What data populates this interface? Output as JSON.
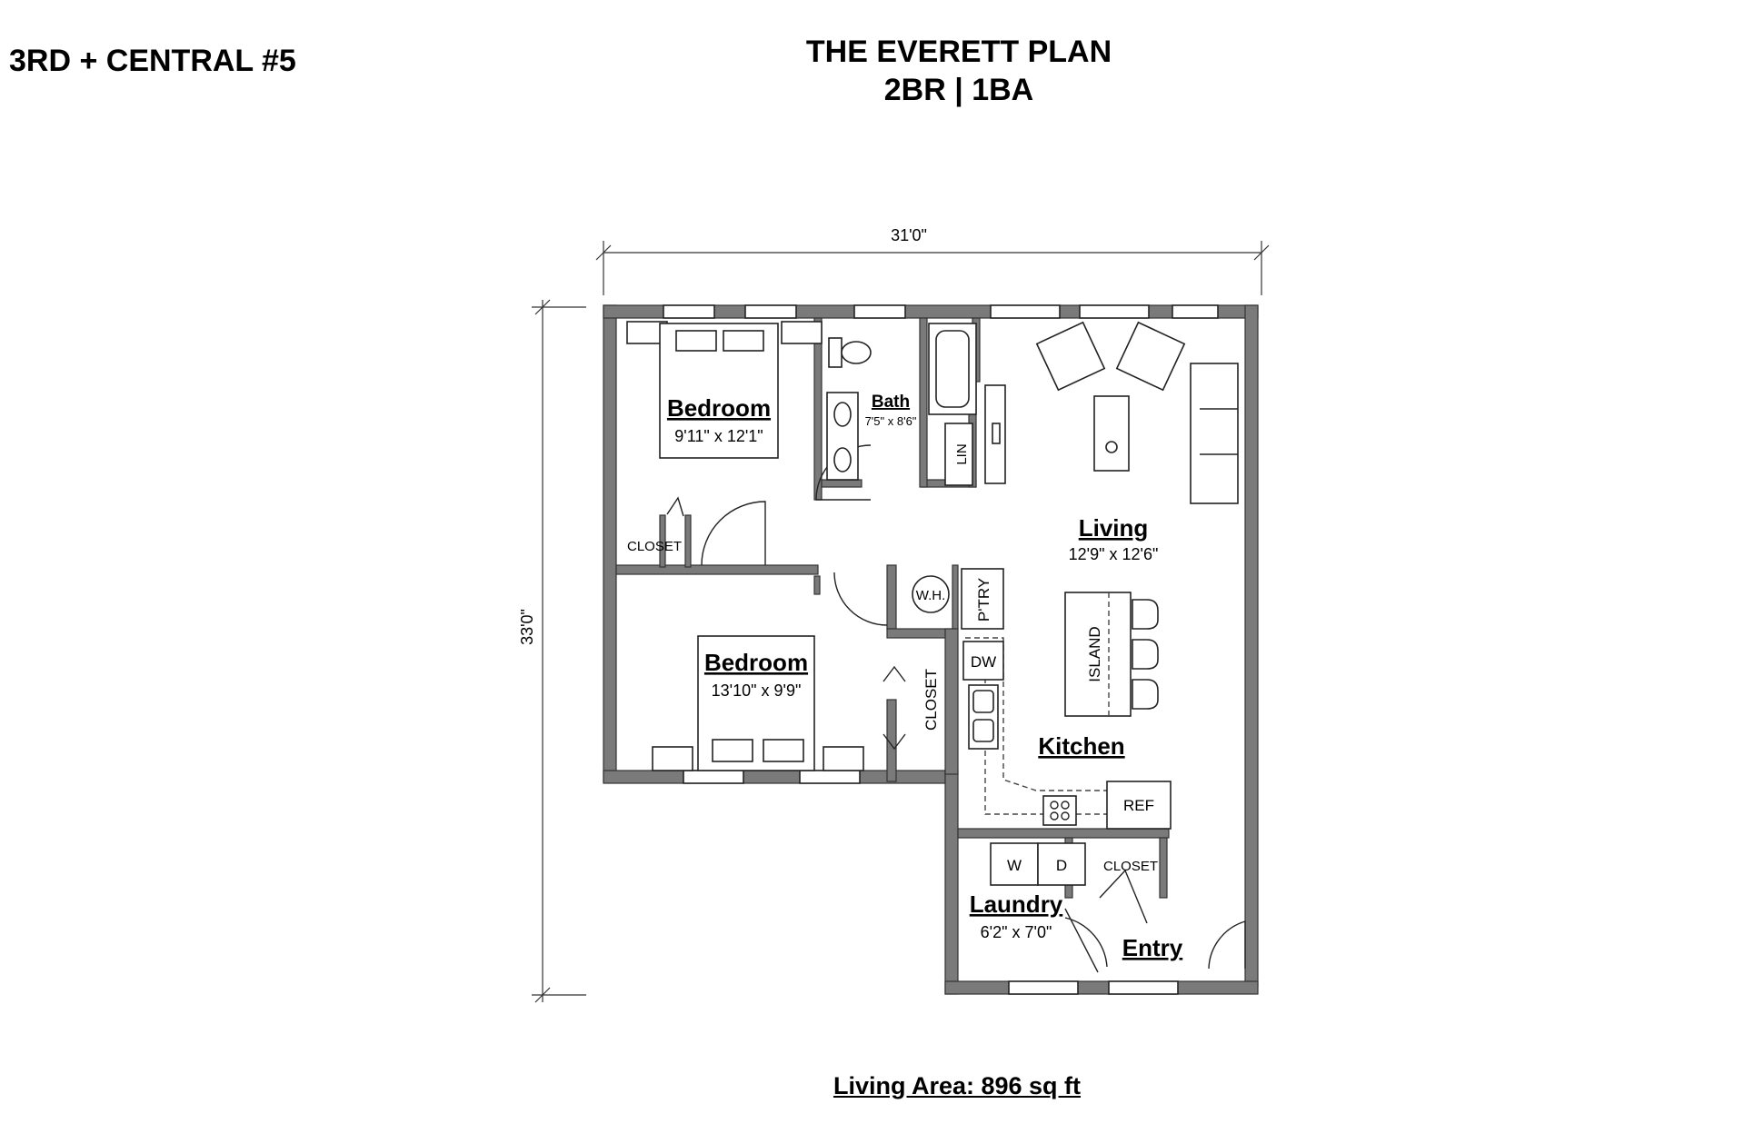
{
  "header": {
    "unit": "3RD + CENTRAL #5",
    "plan_name": "THE EVERETT PLAN",
    "plan_type": "2BR | 1BA"
  },
  "dimensions": {
    "width": "31'0\"",
    "depth": "33'0\""
  },
  "rooms": {
    "bedroom1": {
      "name": "Bedroom",
      "size": "9'11\" x 12'1\""
    },
    "bath": {
      "name": "Bath",
      "size": "7'5\" x 8'6\""
    },
    "living": {
      "name": "Living",
      "size": "12'9\" x 12'6\""
    },
    "bedroom2": {
      "name": "Bedroom",
      "size": "13'10\" x 9'9\""
    },
    "kitchen": {
      "name": "Kitchen"
    },
    "laundry": {
      "name": "Laundry",
      "size": "6'2\" x 7'0\""
    },
    "entry": {
      "name": "Entry"
    }
  },
  "fixtures": {
    "closet_bed1": "CLOSET",
    "linen": "LIN",
    "water_heater": "W.H.",
    "pantry": "P'TRY",
    "dishwasher": "DW",
    "island": "ISLAND",
    "closet_bed2": "CLOSET",
    "refrigerator": "REF",
    "washer": "W",
    "dryer": "D",
    "closet_entry": "CLOSET"
  },
  "footer": {
    "living_area": "Living Area: 896 sq ft"
  }
}
